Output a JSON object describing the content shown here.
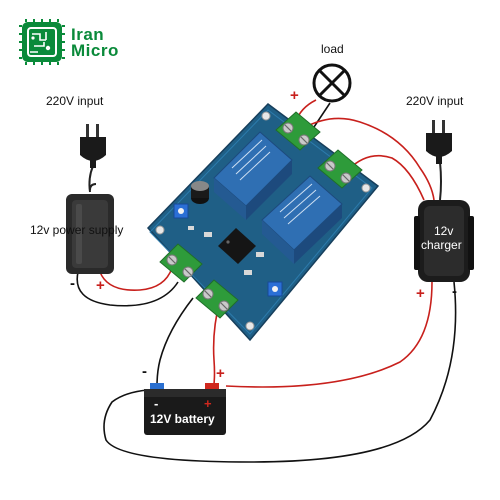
{
  "logo": {
    "line1": "Iran",
    "line2": "Micro",
    "color": "#0a8a3a"
  },
  "labels": {
    "load": "load",
    "input_left": "220V input",
    "input_right": "220V input",
    "power_supply": "12v power supply",
    "charger_line1": "12v",
    "charger_line2": "charger",
    "battery": "12V battery"
  },
  "signs": {
    "plus": "+",
    "minus": "-"
  },
  "colors": {
    "positive_wire": "#c8201c",
    "negative_wire": "#111111",
    "board": "#1f5f86",
    "relay": "#2f6fb3",
    "terminal": "#2e9b3a",
    "brand": "#0a8a3a"
  }
}
